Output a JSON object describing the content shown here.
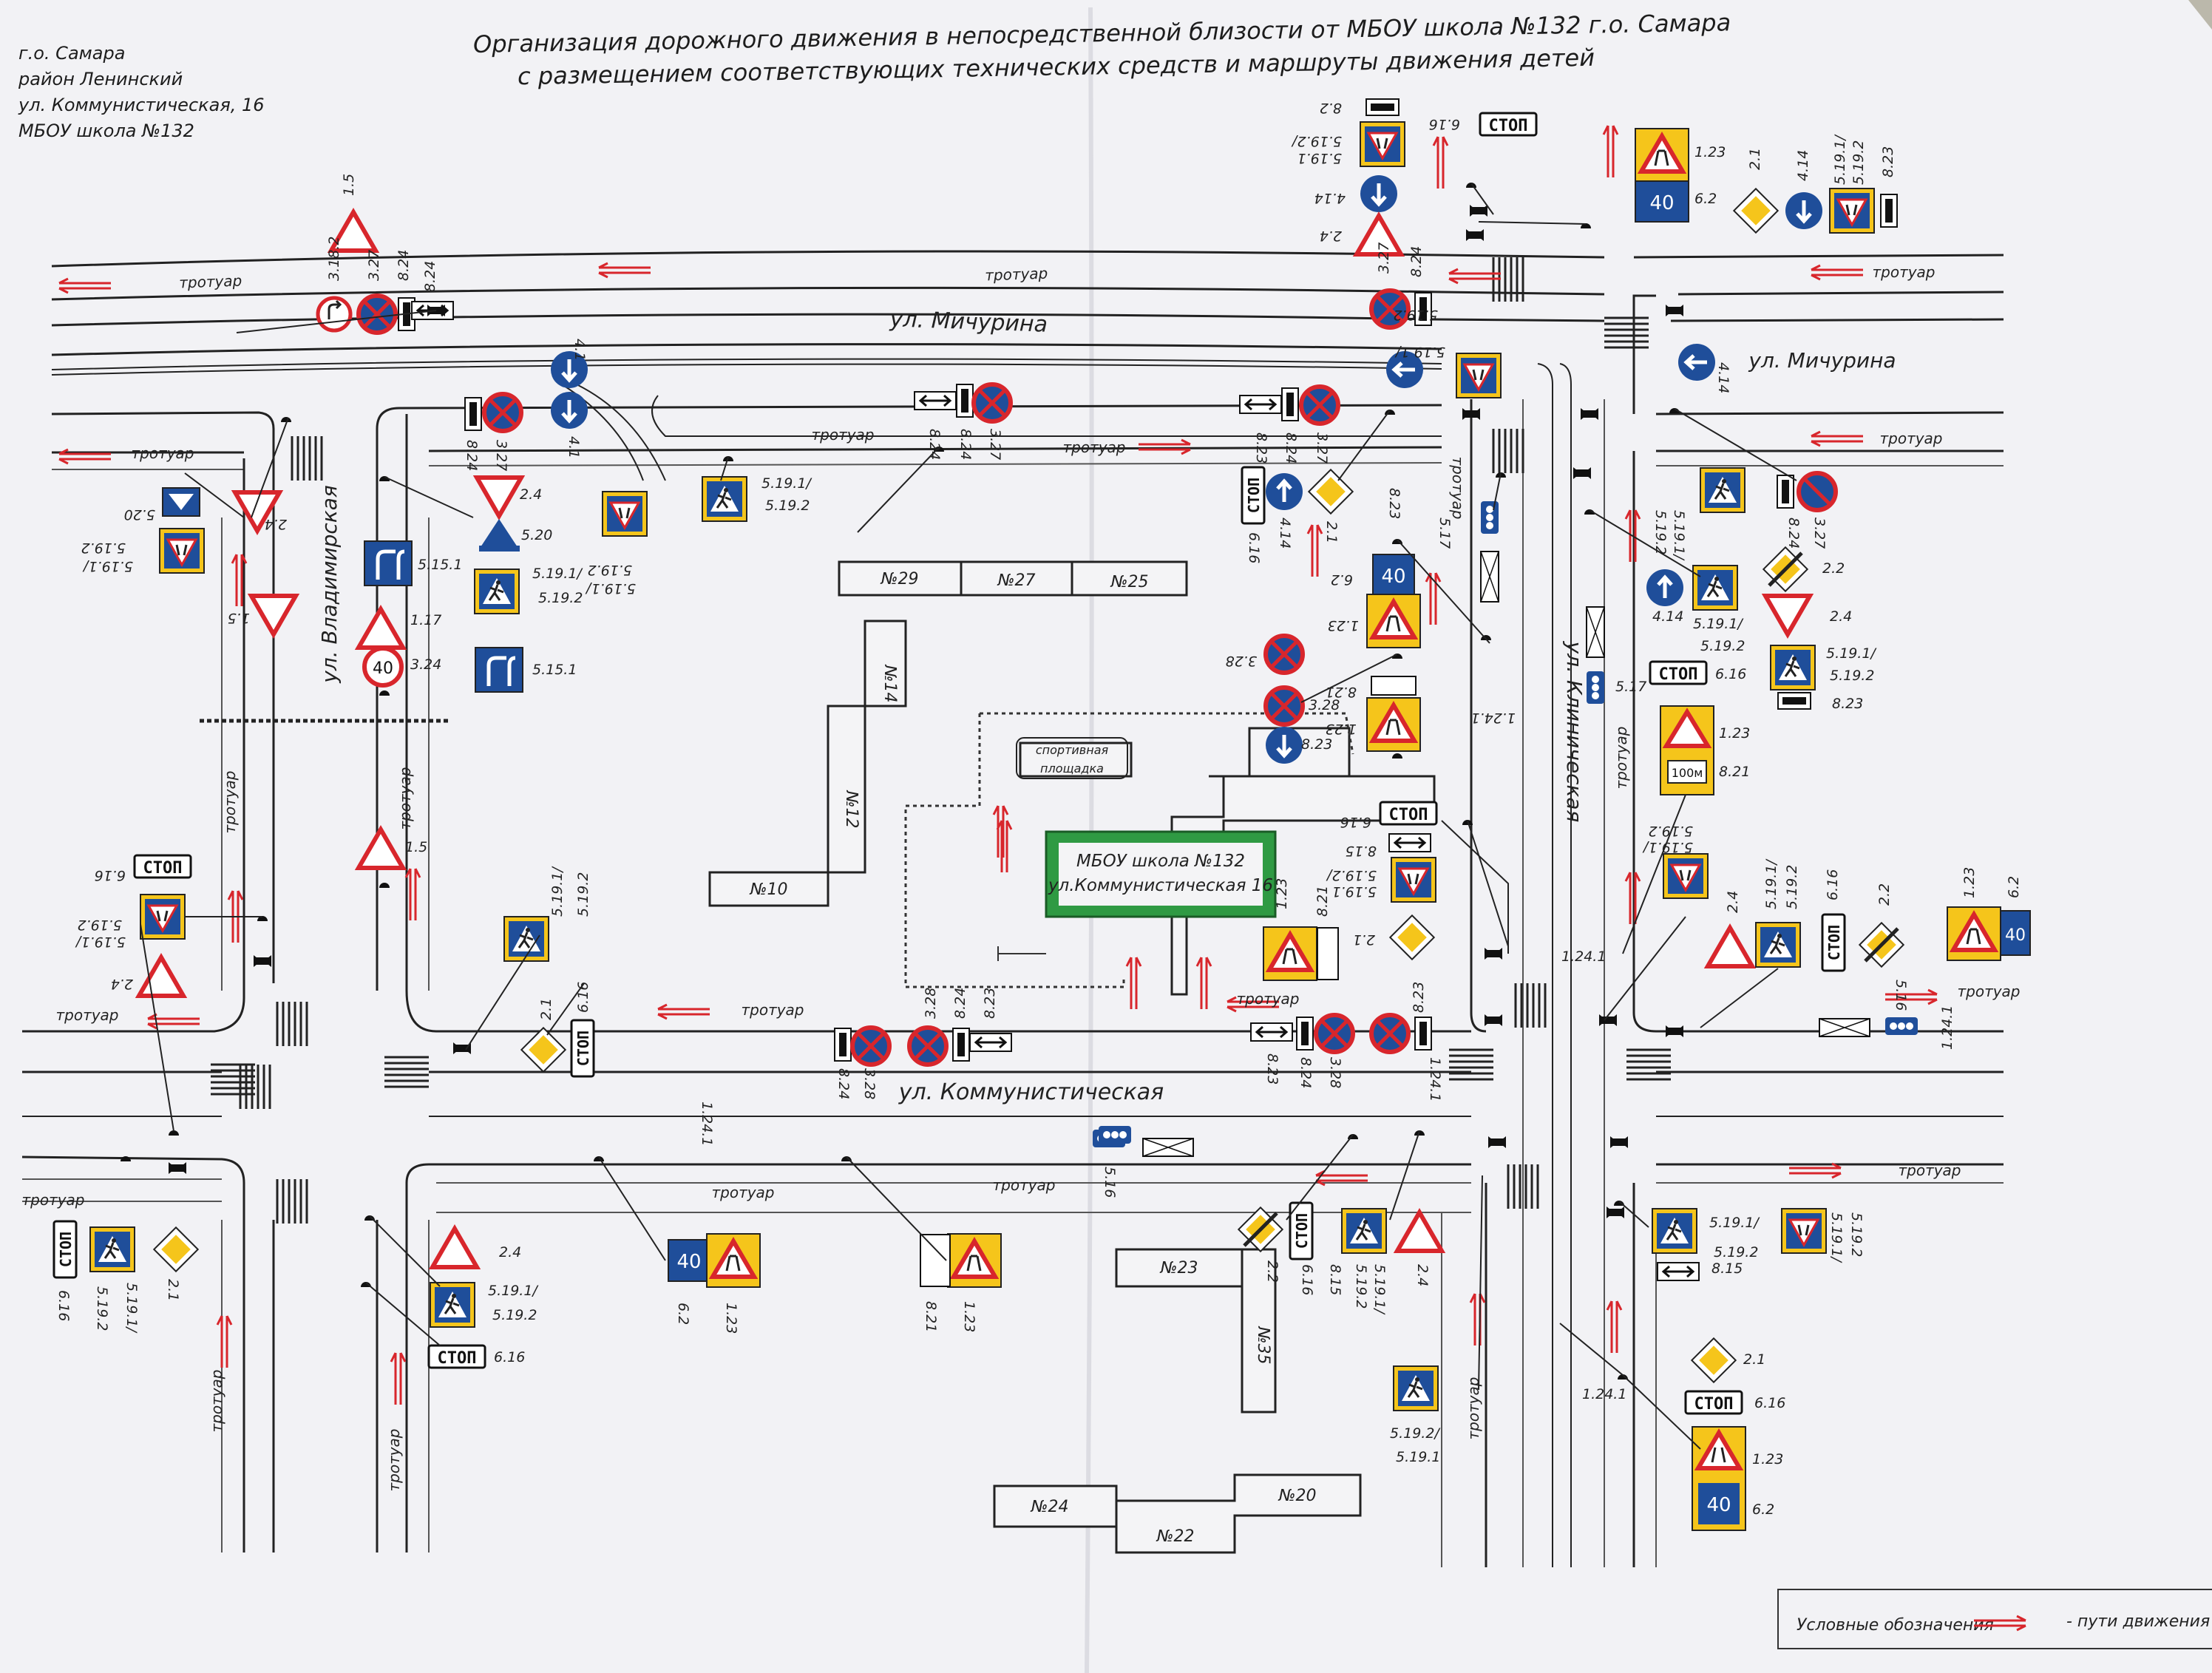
{
  "header": {
    "title_line1": "Организация дорожного движения в непосредственной близости от МБОУ школа №132 г.о. Самара",
    "title_line2": "с размещением соответствующих технических средств и маршруты движения детей"
  },
  "address": {
    "line1": "г.о. Самара",
    "line2": "район Ленинский",
    "line3": "ул. Коммунистическая, 16",
    "line4": "МБОУ школа №132"
  },
  "streets": {
    "michurina_main": "ул. Мичурина",
    "michurina_right": "ул. Мичурина",
    "vladimirskaya": "ул. Владимирская",
    "kommunisticheskaya": "ул. Коммунистическая",
    "klinicheskaya": "ул. Клиническая"
  },
  "sidewalk_label": "тротуар",
  "school": {
    "line1": "МБОУ школа №132",
    "line2": "ул.Коммунистическая 16"
  },
  "sports_ground": {
    "line1": "спортивная",
    "line2": "площадка"
  },
  "buildings": [
    "№29",
    "№27",
    "№25",
    "№14",
    "№12",
    "№10",
    "№23",
    "№35",
    "№24",
    "№22",
    "№20"
  ],
  "legend": {
    "label": "Условные обозначения",
    "item": "- пути движения де"
  },
  "sign_labels": {
    "s_15": "1.5",
    "s_117": "1.17",
    "s_123": "1.23",
    "s_1241": "1.24.1",
    "s_21": "2.1",
    "s_22": "2.2",
    "s_24": "2.4",
    "s_327": "3.27",
    "s_328": "3.28",
    "s_324": "3.24",
    "s_3182": "3.18.2",
    "s_41": "4.1",
    "s_414": "4.14",
    "s_5151": "5.15.1",
    "s_516": "5.16",
    "s_517": "5.17",
    "s_5191": "5.19.1/",
    "s_5192": "5.19.2",
    "s_5192b": "5.19.2/",
    "s_5191b": "5.19.1",
    "s_520": "5.20",
    "s_62": "6.2",
    "s_616": "6.16",
    "s_815": "8.15",
    "s_82": "8.2",
    "s_821": "8.21",
    "s_823": "8.23",
    "s_824": "8.24",
    "stop_text": "СТОП",
    "speed_text": "40",
    "s_100m": "100м"
  },
  "colors": {
    "paper": "#f3f3f6",
    "road_line": "#222222",
    "sign_blue": "#1f4e9a",
    "sign_red": "#d8262c",
    "sign_yellow": "#f5c51b",
    "school_green": "#2f9a43",
    "route_red": "#d8262c"
  }
}
